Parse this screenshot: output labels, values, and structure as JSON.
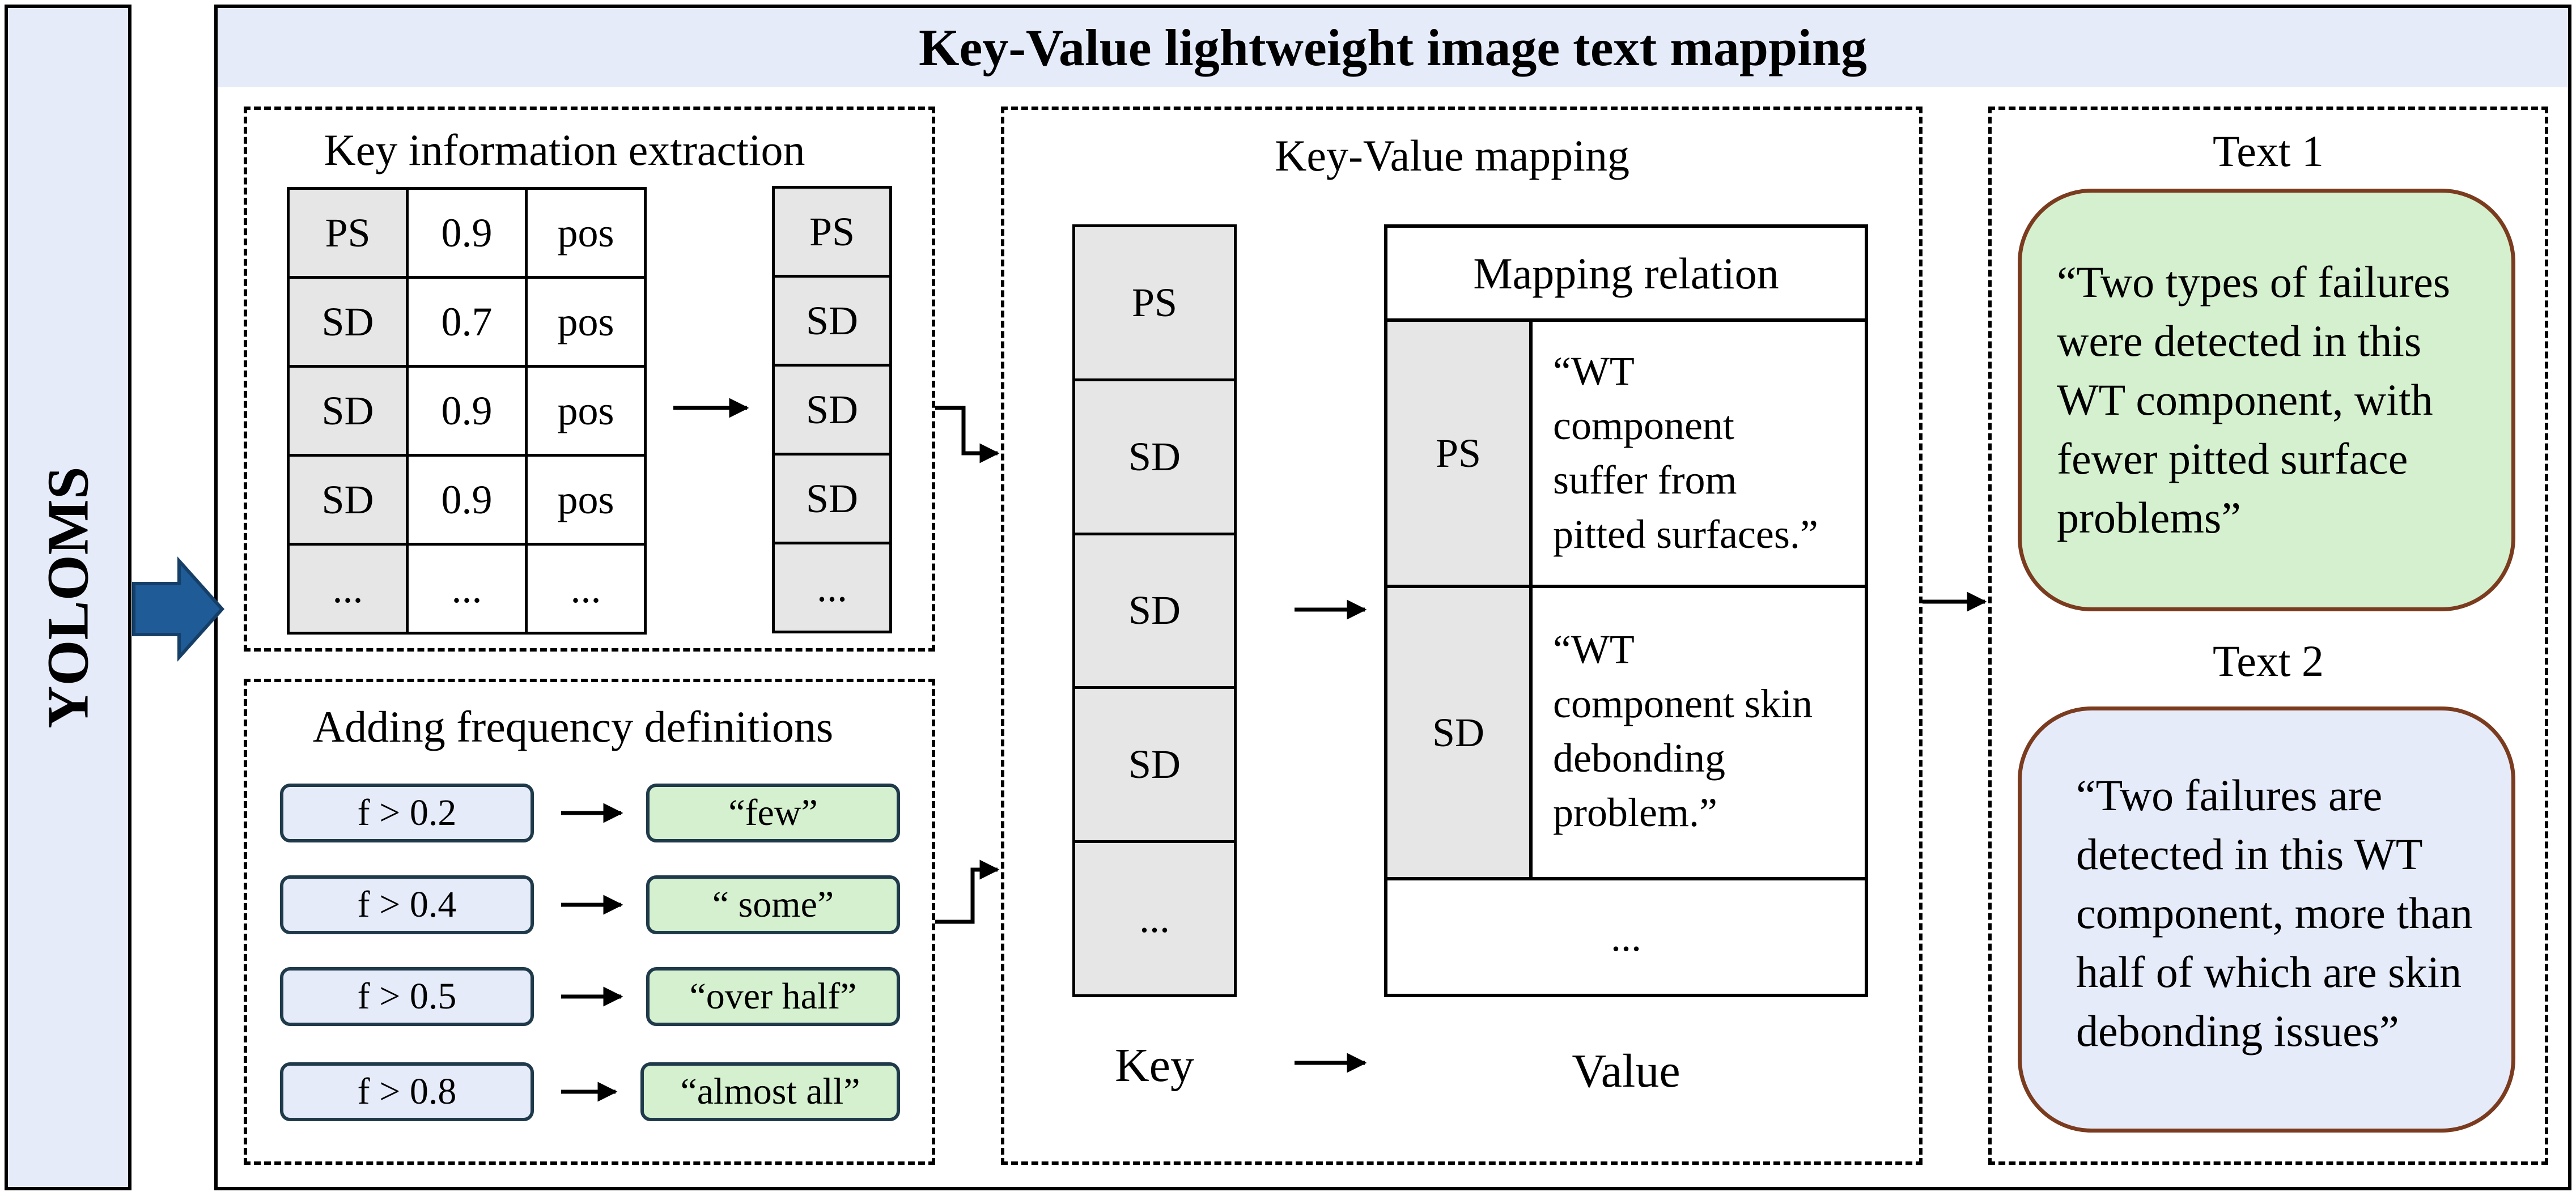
{
  "side_label": "YOLOMS",
  "title": "Key-Value lightweight image text mapping",
  "extraction": {
    "title": "Key information extraction",
    "rows": [
      [
        "PS",
        "0.9",
        "pos"
      ],
      [
        "SD",
        "0.7",
        "pos"
      ],
      [
        "SD",
        "0.9",
        "pos"
      ],
      [
        "SD",
        "0.9",
        "pos"
      ],
      [
        "...",
        "...",
        "..."
      ]
    ],
    "keys": [
      "PS",
      "SD",
      "SD",
      "SD",
      "..."
    ]
  },
  "frequency": {
    "title": "Adding frequency definitions",
    "rules": [
      {
        "condition": "f > 0.2",
        "word": "“few”"
      },
      {
        "condition": "f > 0.4",
        "word": "“ some”"
      },
      {
        "condition": "f > 0.5",
        "word": "“over half”"
      },
      {
        "condition": "f > 0.8",
        "word": "“almost all”"
      }
    ]
  },
  "mapping": {
    "title": "Key-Value mapping",
    "keys": [
      "PS",
      "SD",
      "SD",
      "SD",
      "..."
    ],
    "relation_title": "Mapping relation",
    "relations": [
      {
        "key": "PS",
        "value_lines": [
          "“WT",
          "component",
          "suffer from",
          "pitted surfaces.”"
        ]
      },
      {
        "key": "SD",
        "value_lines": [
          "“WT",
          "component skin",
          "debonding",
          "problem.”"
        ]
      }
    ],
    "relation_more": "...",
    "key_label": "Key",
    "value_label": "Value"
  },
  "texts": [
    {
      "title": "Text 1",
      "lines": [
        "“Two types of failures",
        "were detected in this",
        "WT component, with",
        "fewer pitted surface",
        "problems”"
      ]
    },
    {
      "title": "Text 2",
      "lines": [
        "“Two failures are",
        "detected in this WT",
        "component, more than",
        "half of which are skin",
        "debonding issues”"
      ]
    }
  ],
  "colors": {
    "light_blue": "#e6ebfa",
    "light_green": "#d5f0ce",
    "grey": "#e6e6e6",
    "arrow_blue": "#1f5b96",
    "bubble_border": "#7a3b1e"
  }
}
